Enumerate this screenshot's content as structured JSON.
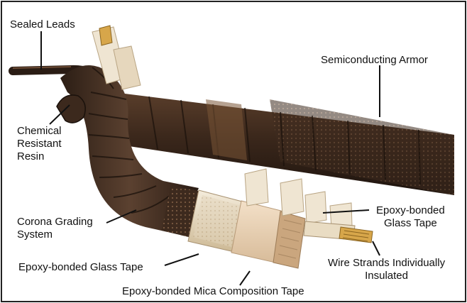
{
  "labels": {
    "sealed_leads": "Sealed Leads",
    "semiconducting_armor": "Semiconducting Armor",
    "chemical_resistant_resin": [
      "Chemical",
      "Resistant",
      "Resin"
    ],
    "corona_grading_system": [
      "Corona Grading",
      "System"
    ],
    "epoxy_glass_tape_right": [
      "Epoxy-bonded",
      "Glass Tape"
    ],
    "epoxy_glass_tape_bottom": "Epoxy-bonded Glass Tape",
    "wire_strands": [
      "Wire Strands Individually",
      "Insulated"
    ],
    "epoxy_mica_tape": "Epoxy-bonded Mica Composition Tape"
  },
  "colors": {
    "armor_dark": "#2a1c14",
    "armor_mid": "#4a3324",
    "armor_light": "#6b4a33",
    "tape_cream": "#ece2cf",
    "tape_tan": "#d9c7a6",
    "mica": "#e8d2b8",
    "strand_gold": "#d7a64a"
  }
}
